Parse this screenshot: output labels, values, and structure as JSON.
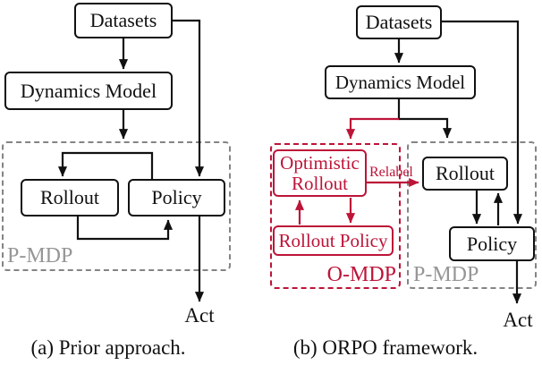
{
  "figure": {
    "colors": {
      "accent_red": "#bd1438",
      "dash_gray": "#848484",
      "region_label_gray": "#969696",
      "line_black": "#111111"
    },
    "panels": [
      {
        "id": "a",
        "caption": "(a) Prior approach.",
        "act_label": "Act",
        "region_label": "P-MDP",
        "nodes": {
          "datasets": "Datasets",
          "dynamics_model": "Dynamics Model",
          "rollout": "Rollout",
          "policy": "Policy"
        }
      },
      {
        "id": "b",
        "caption": "(b) ORPO framework.",
        "act_label": "Act",
        "region_labels": {
          "omdp": "O-MDP",
          "pmdp": "P-MDP"
        },
        "edge_labels": {
          "relabel": "Relabel"
        },
        "nodes": {
          "datasets": "Datasets",
          "dynamics_model": "Dynamics Model",
          "optimistic_rollout": "Optimistic Rollout",
          "rollout_policy": "Rollout Policy",
          "rollout": "Rollout",
          "policy": "Policy"
        }
      }
    ]
  }
}
